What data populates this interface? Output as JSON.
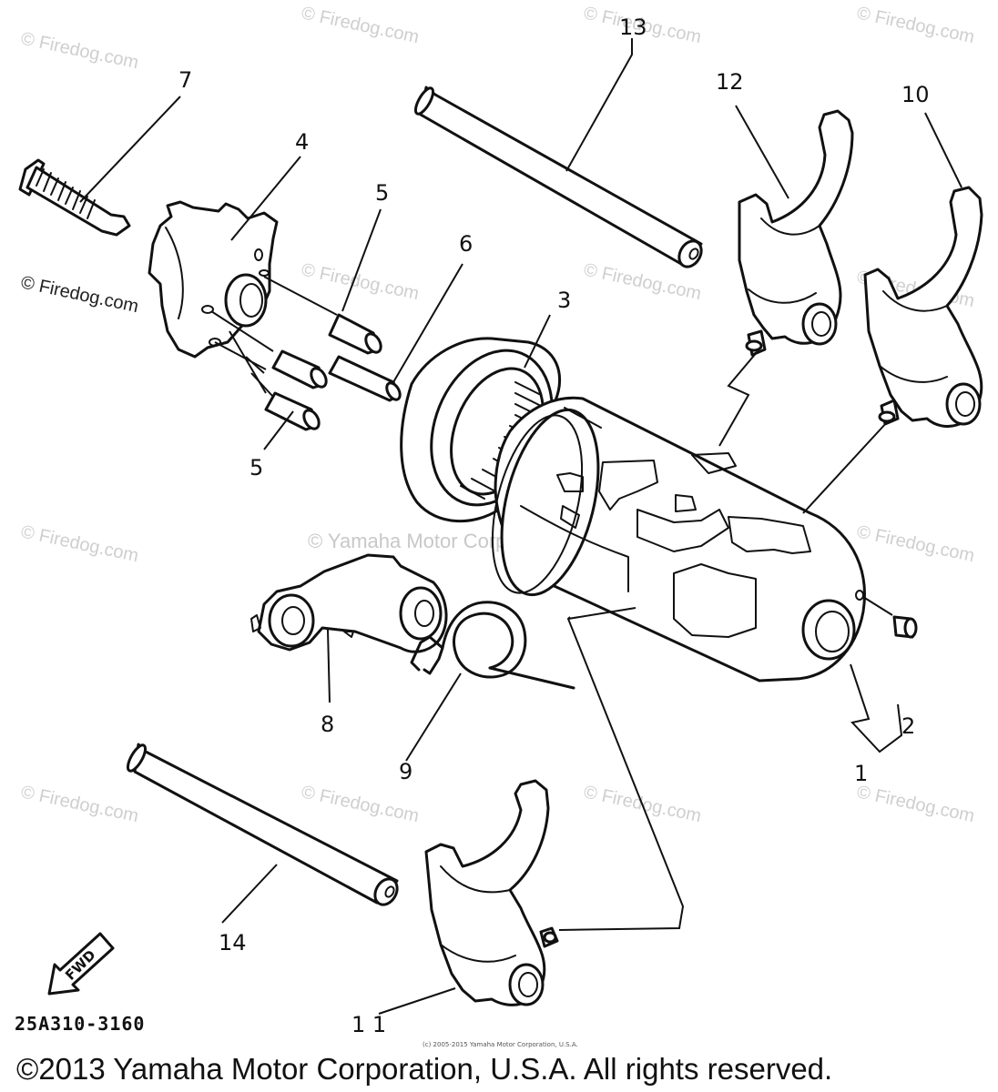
{
  "callouts": {
    "c1": "1",
    "c2": "2",
    "c3": "3",
    "c4": "4",
    "c5a": "5",
    "c5b": "5",
    "c6": "6",
    "c7": "7",
    "c8": "8",
    "c9": "9",
    "c10": "10",
    "c11": "1 1",
    "c12": "12",
    "c13": "13",
    "c14": "14"
  },
  "diagram_code": "25A310-3160",
  "fwd_label": "FWD",
  "watermarks": {
    "firedog": "© Firedog.com",
    "yamaha": "© Yamaha Motor Corp, U.S.A."
  },
  "small_print": "(c) 2005-2015 Yamaha Motor Corporation, U.S.A.",
  "copyright": "©2013 Yamaha Motor Corporation, U.S.A. All rights reserved."
}
